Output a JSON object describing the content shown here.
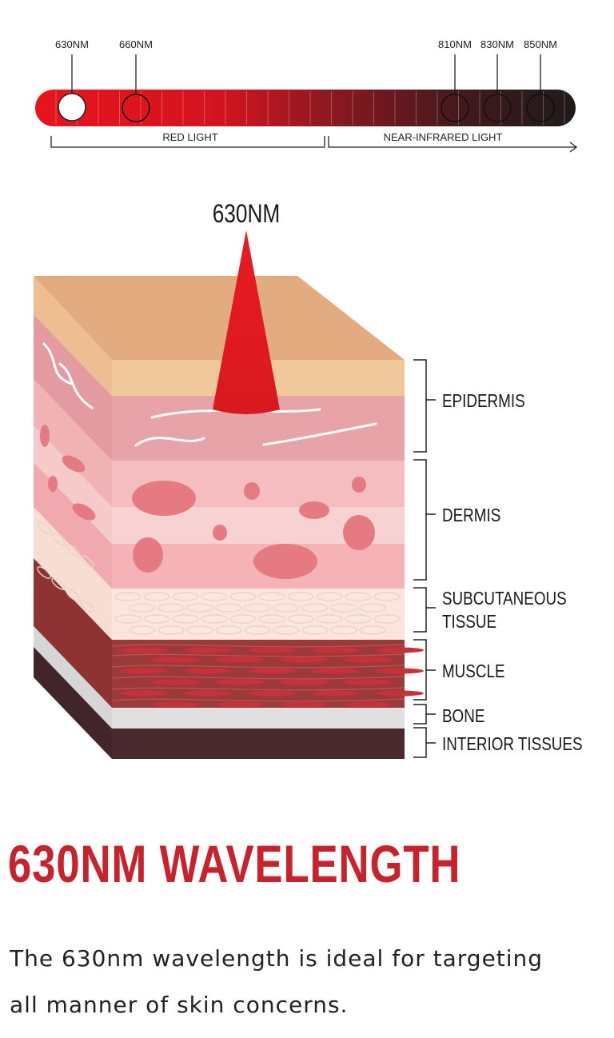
{
  "spectrum": {
    "wavelengths": [
      "630NM",
      "660NM",
      "810NM",
      "830NM",
      "850NM"
    ],
    "selected": "630NM",
    "ranges": [
      "RED LIGHT",
      "NEAR-INFRARED LIGHT"
    ]
  },
  "beam": {
    "label": "630NM"
  },
  "layers": [
    "EPIDERMIS",
    "DERMIS",
    "SUBCUTANEOUS",
    "TISSUE",
    "MUSCLE",
    "BONE",
    "INTERIOR TISSUES"
  ],
  "headline": "630NM WAVELENGTH",
  "description": "The 630nm wavelength is ideal for targeting all manner of skin concerns.",
  "colors": {
    "accent": "#c8232c",
    "red": "#e01b24",
    "dark": "#2a1a1c"
  }
}
